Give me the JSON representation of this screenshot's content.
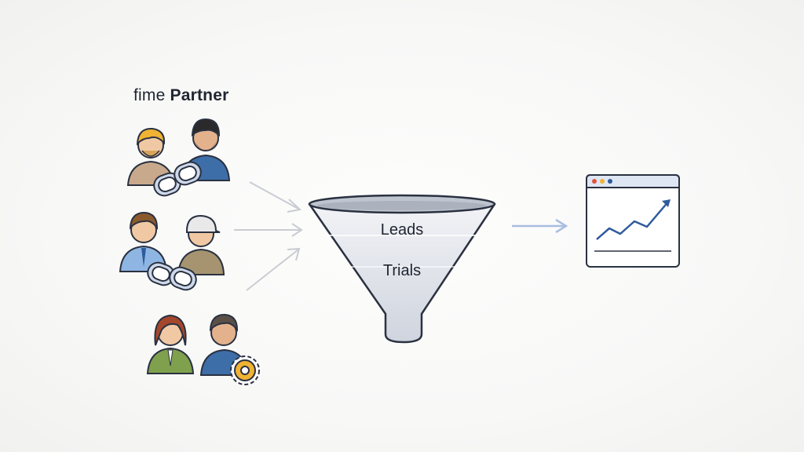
{
  "title": {
    "prefix": "fime",
    "suffix": "Partner"
  },
  "funnel": {
    "stage_1": "Leads",
    "stage_2": "Trials"
  },
  "icons": {
    "partner_pairs": [
      "people-with-chain-link-icon",
      "people-with-chain-link-icon",
      "people-with-gear-icon"
    ],
    "arrows": [
      "arrow-right-icon",
      "arrow-right-icon",
      "arrow-right-icon",
      "arrow-right-icon"
    ],
    "browser_chart": "browser-growth-chart-icon"
  },
  "colors": {
    "funnel_fill": "#d9dde6",
    "outline": "#2a3140",
    "arrow": "#a9bde0",
    "chart_line": "#2f5a9c",
    "browser_bar": "#dfe6f3"
  }
}
